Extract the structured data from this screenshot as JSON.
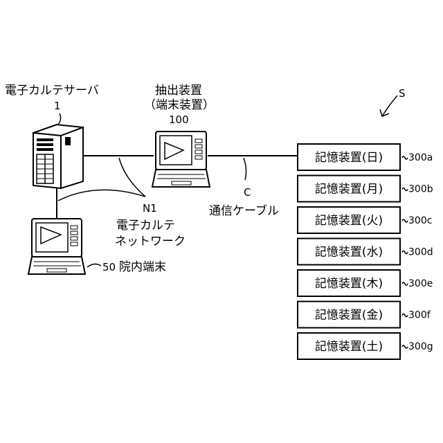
{
  "server": {
    "title": "電子カルテサーバ",
    "ref": "1"
  },
  "extractor": {
    "title_line1": "抽出装置",
    "title_line2": "（端末装置）",
    "ref": "100"
  },
  "network": {
    "ref": "N1",
    "name_line1": "電子カルテ",
    "name_line2": "ネットワーク"
  },
  "cable": {
    "ref": "C",
    "name": "通信ケーブル"
  },
  "terminal": {
    "ref": "50",
    "name": "院内端末"
  },
  "system_ref": "S",
  "storage_devices": [
    {
      "label": "記憶装置(日)",
      "ref": "300a"
    },
    {
      "label": "記憶装置(月)",
      "ref": "300b"
    },
    {
      "label": "記憶装置(火)",
      "ref": "300c"
    },
    {
      "label": "記憶装置(水)",
      "ref": "300d"
    },
    {
      "label": "記憶装置(木)",
      "ref": "300e"
    },
    {
      "label": "記憶装置(金)",
      "ref": "300f"
    },
    {
      "label": "記憶装置(土)",
      "ref": "300g"
    }
  ]
}
